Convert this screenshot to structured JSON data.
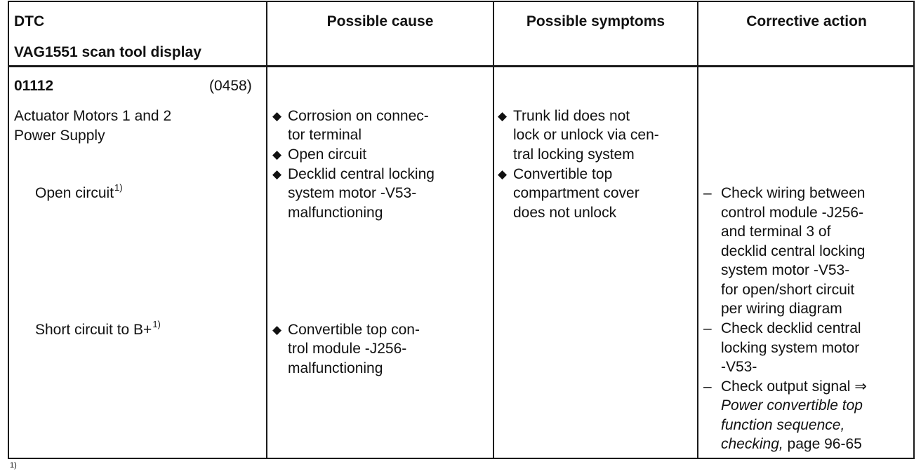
{
  "headers": {
    "dtc_line1": "DTC",
    "dtc_line2": "VAG1551 scan tool display",
    "cause": "Possible cause",
    "symptoms": "Possible symptoms",
    "action": "Corrective action"
  },
  "row": {
    "code": "01112",
    "alt_code": "(0458)",
    "title_line1": "Actuator Motors 1 and 2",
    "title_line2": "Power Supply",
    "fault1": "Open circuit",
    "fault2": "Short circuit to B+",
    "footnote_ref": "1)"
  },
  "causes_open": [
    [
      "Corrosion on connec-",
      "tor terminal"
    ],
    [
      "Open circuit"
    ],
    [
      "Decklid central locking",
      "system motor -V53-",
      "malfunctioning"
    ]
  ],
  "causes_short": [
    [
      "Convertible top con-",
      "trol module -J256-",
      "malfunctioning"
    ]
  ],
  "symptoms": [
    [
      "Trunk lid does not",
      "lock or unlock via cen-",
      "tral locking system"
    ],
    [
      "Convertible top",
      "compartment cover",
      "does not unlock"
    ]
  ],
  "actions": {
    "a1": [
      "Check wiring between",
      "control module -J256-",
      "and terminal 3 of",
      "decklid central locking",
      "system motor -V53-",
      "for open/short circuit",
      "per wiring  diagram"
    ],
    "a2": [
      "Check decklid central",
      "locking system motor",
      "-V53-"
    ],
    "a3_line1": "Check output signal ⇒",
    "a3_italic": [
      "Power convertible top",
      "function sequence,",
      "checking,"
    ],
    "a3_page": " page 96-65"
  },
  "footnote": "1)"
}
